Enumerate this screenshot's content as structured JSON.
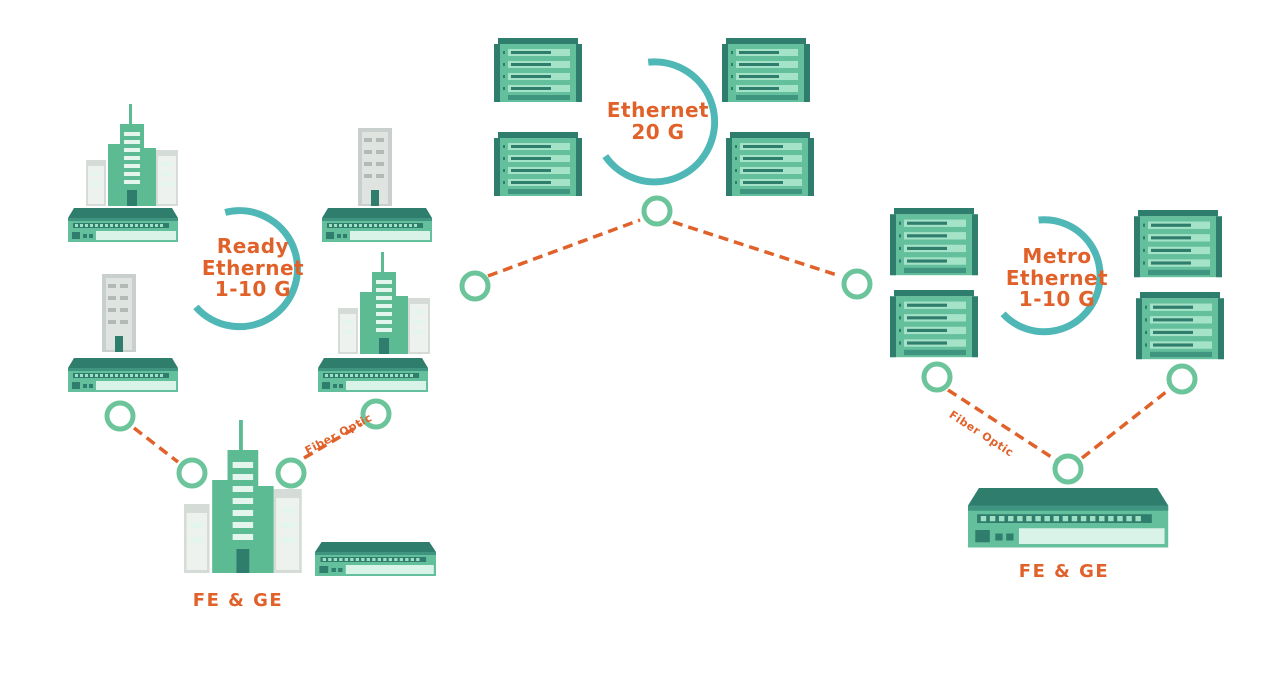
{
  "labels": {
    "ready_line1": "Ready",
    "ready_line2": "Ethernet",
    "ready_line3": "1-10 G",
    "core_line1": "Ethernet",
    "core_line2": "20 G",
    "metro_line1": "Metro",
    "metro_line2": "Ethernet",
    "metro_line3": "1-10 G",
    "fe_ge_left": "FE & GE",
    "fe_ge_right": "FE & GE",
    "fiber_left": "Fiber Optic",
    "fiber_right": "Fiber Optic"
  },
  "colors": {
    "accent_orange": "#e0622a",
    "teal_ring": "#4fb7b5",
    "node_ring": "#6cc49a",
    "device_dark": "#2f7d6c",
    "device_body": "#64bf9c",
    "building_green": "#5dbb93",
    "building_grey": "#c9cfcc"
  },
  "icons": [
    "building-icon",
    "network-switch-icon",
    "server-rack-icon",
    "node-ring-icon"
  ]
}
